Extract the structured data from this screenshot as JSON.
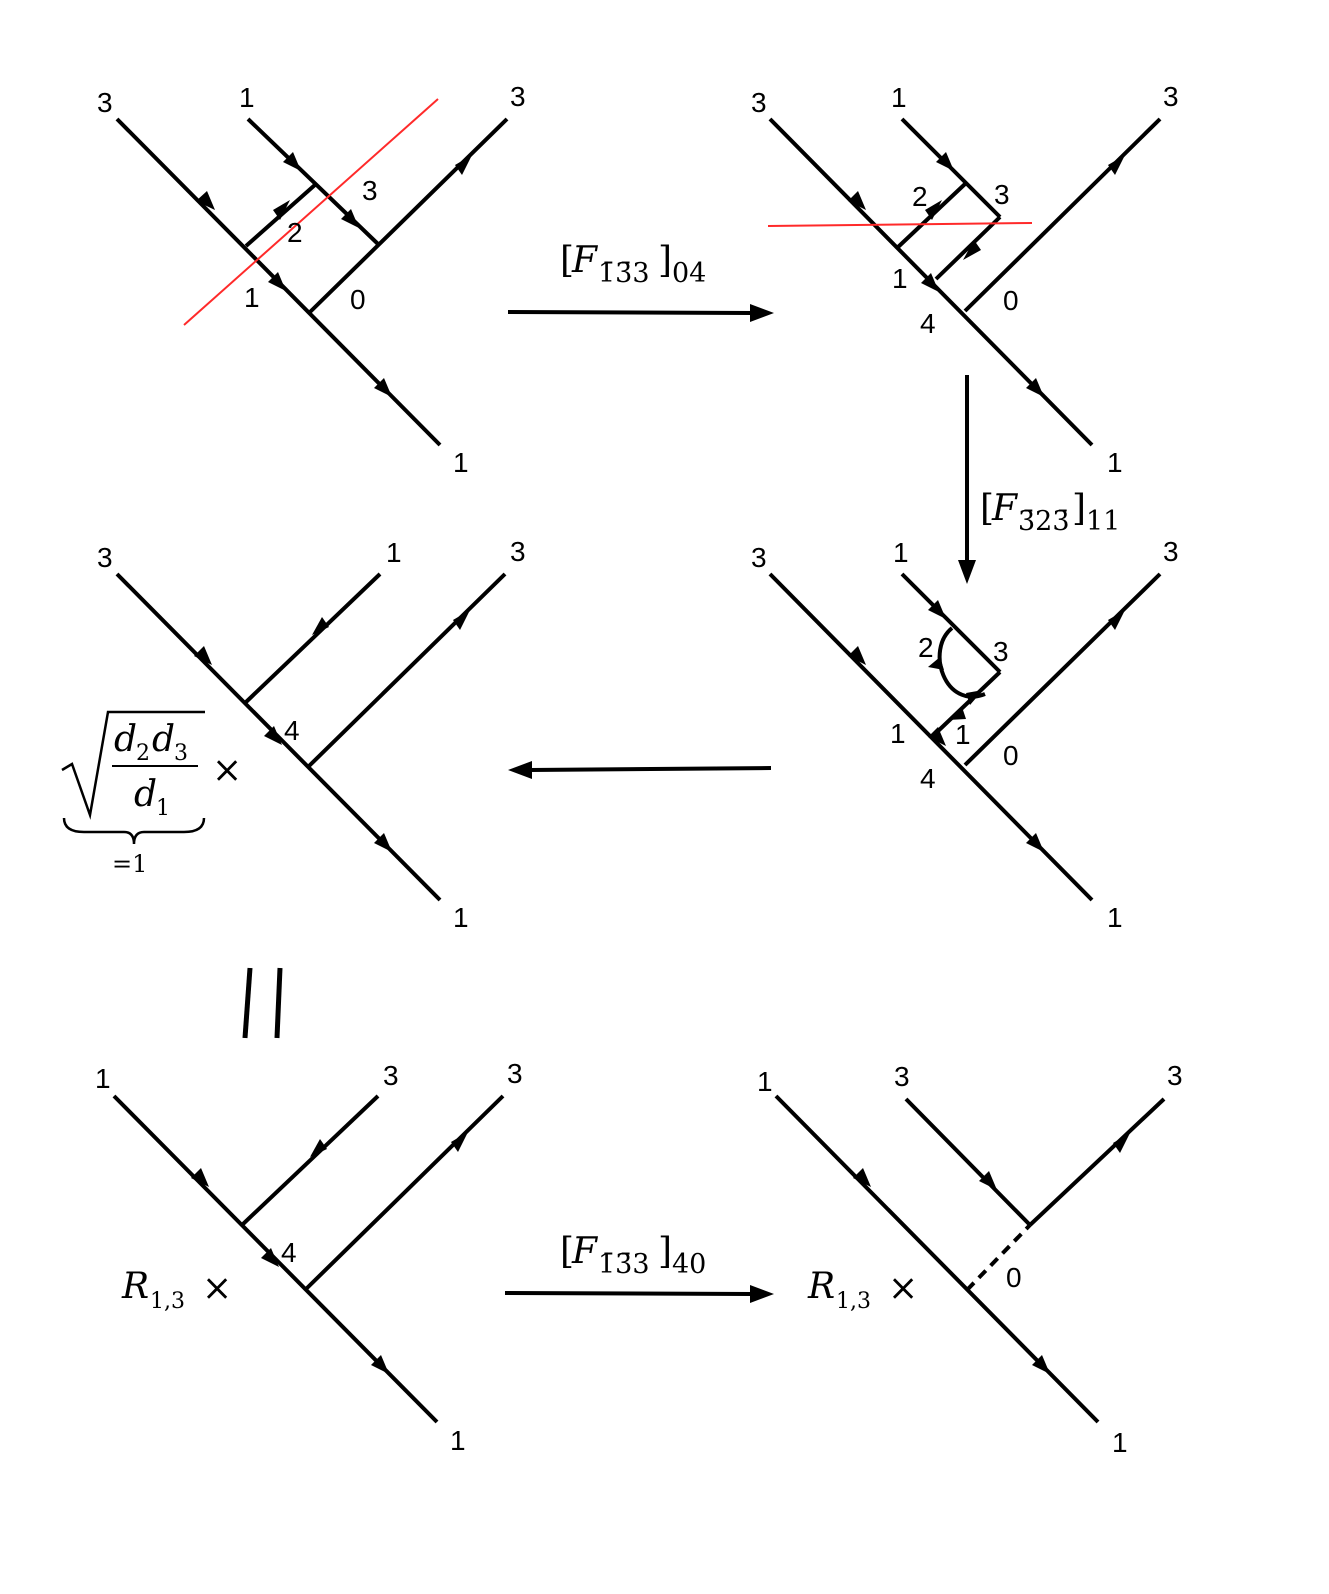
{
  "panel1": {
    "labels": {
      "top_left": "3",
      "top_mid": "1",
      "top_right": "3",
      "inner_a": "3",
      "inner_b": "2",
      "inner_c": "1",
      "inner_d": "0",
      "bottom": "1"
    }
  },
  "panel2": {
    "labels": {
      "top_left": "3",
      "top_mid": "1",
      "top_right": "3",
      "inner_a": "2",
      "inner_b": "3",
      "inner_c": "1",
      "inner_d": "4",
      "inner_e": "0",
      "bottom": "1"
    }
  },
  "panel3": {
    "labels": {
      "top_left": "3",
      "top_mid": "1",
      "top_right": "3",
      "inner_a": "2",
      "inner_b": "3",
      "inner_c": "1",
      "inner_d": "1",
      "inner_e": "4",
      "inner_f": "0",
      "bottom": "1"
    }
  },
  "panel4": {
    "labels": {
      "top_left": "3",
      "top_mid": "1",
      "top_right": "3",
      "inner": "4",
      "bottom": "1"
    },
    "coef": {
      "num_d2": "d",
      "num_d2_sub": "2",
      "num_d3": "d",
      "num_d3_sub": "3",
      "den_d1": "d",
      "den_d1_sub": "1",
      "times": "×",
      "underbrace_note": "=1"
    }
  },
  "panel5": {
    "labels": {
      "top_left": "1",
      "top_mid": "3",
      "top_right": "3",
      "inner": "4",
      "bottom": "1"
    },
    "coef": {
      "R": "R",
      "R_sub": "1,3",
      "times": "×"
    }
  },
  "panel6": {
    "labels": {
      "top_left": "1",
      "top_mid": "3",
      "top_right": "3",
      "inner": "0",
      "bottom": "1"
    },
    "coef": {
      "R": "R",
      "R_sub": "1,3",
      "times": "×"
    }
  },
  "arrows": {
    "a1": {
      "F": "F",
      "sub": "1̄3̄3",
      "bracket_open": "[",
      "bracket_close": "]",
      "index": "04"
    },
    "a2": {
      "F": "F",
      "sub": "3̄23̄",
      "bracket_open": "[",
      "bracket_close": "]",
      "index": "11"
    },
    "a5": {
      "F": "F",
      "sub": "1̄3̄3",
      "bracket_open": "[",
      "bracket_close": "]",
      "index": "40"
    }
  },
  "equals_sign": "||"
}
